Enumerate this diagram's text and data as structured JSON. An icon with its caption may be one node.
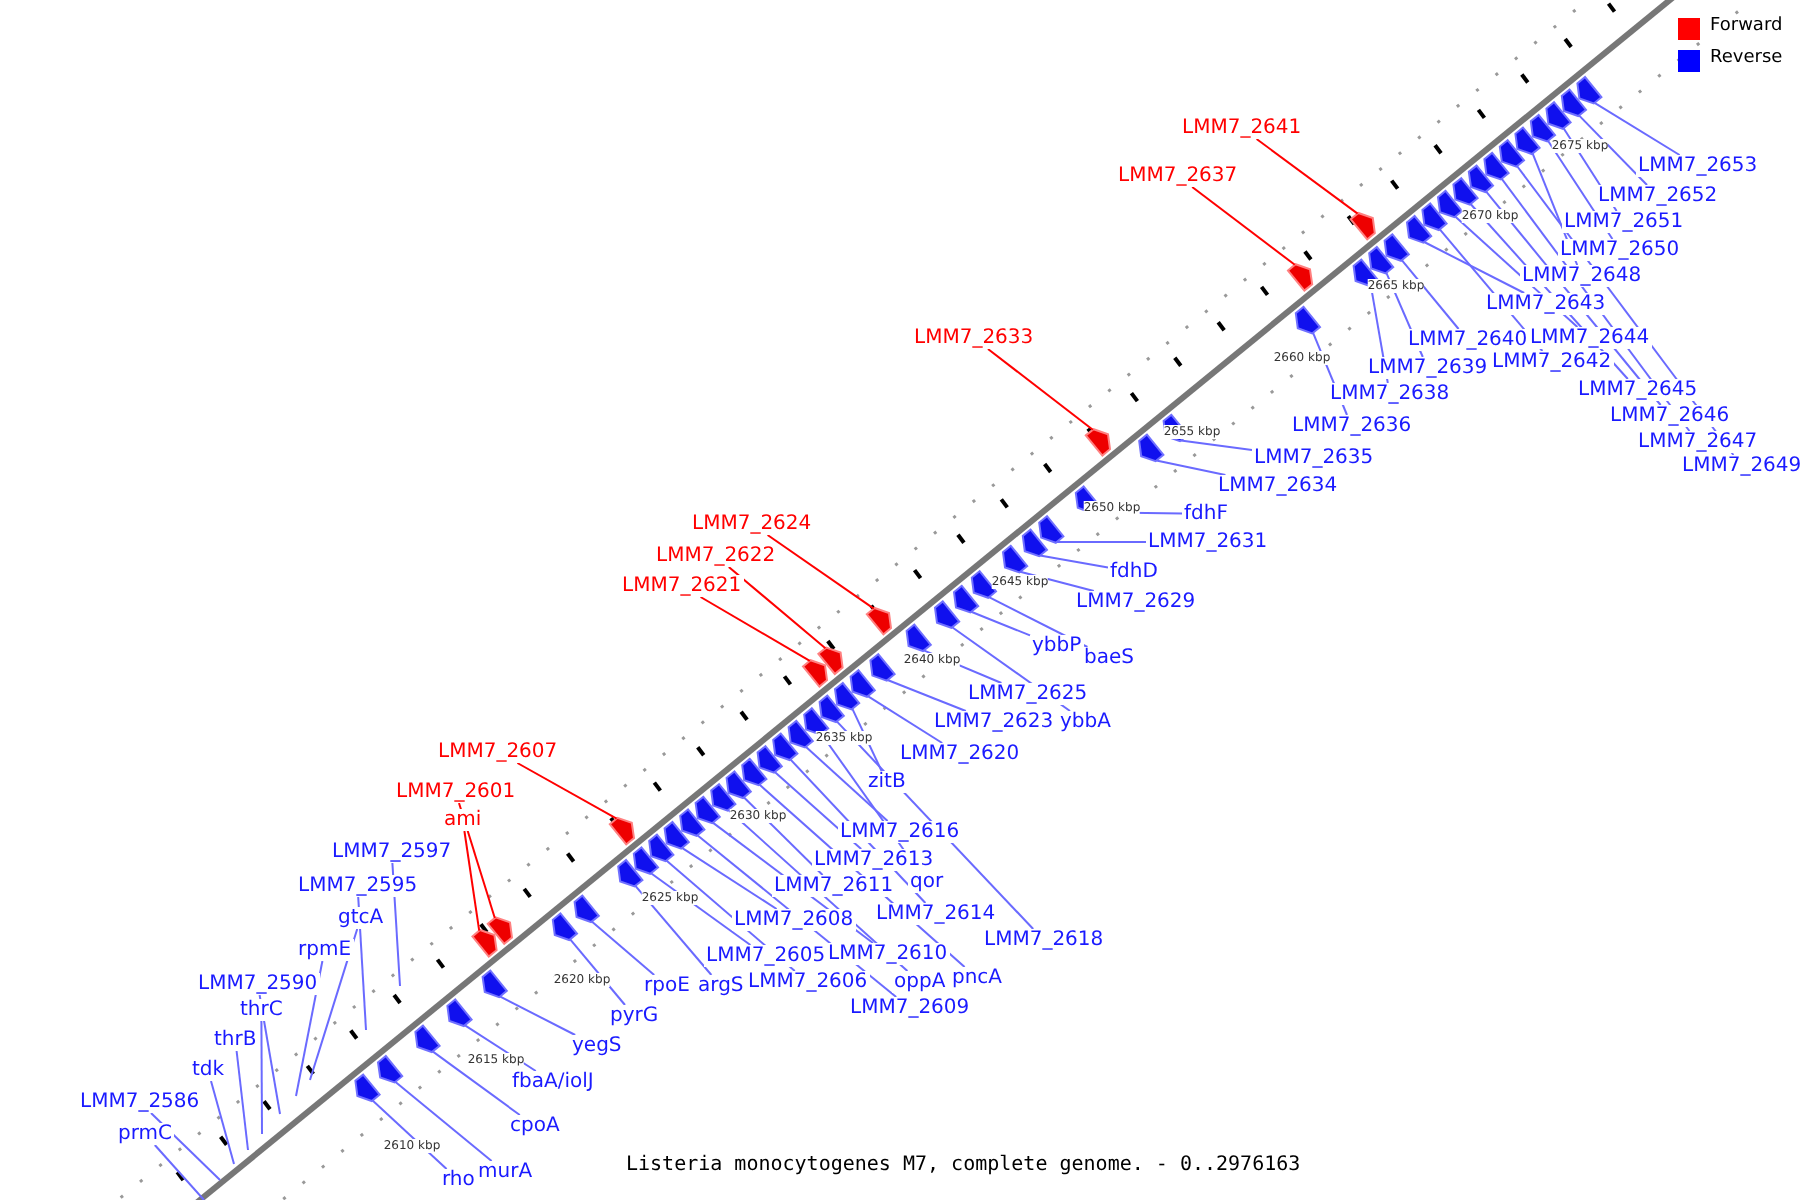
{
  "diagram": {
    "caption": "Listeria monocytogenes M7, complete genome. - 0..2976163",
    "nodes": [
      {
        "text": [
          "prmC"
        ]
      },
      {
        "text": [
          "LMM7_2586"
        ]
      },
      {
        "text": [
          "tdk"
        ]
      },
      {
        "text": [
          "thrB"
        ]
      },
      {
        "text": [
          "thrC"
        ]
      },
      {
        "text": [
          "LMM7_2590"
        ]
      },
      {
        "text": [
          "rpmE"
        ]
      },
      {
        "text": [
          "gtcA"
        ]
      },
      {
        "text": [
          "LMM7_2595"
        ]
      },
      {
        "text": [
          "LMM7_2597"
        ]
      },
      {
        "text": [
          "ami"
        ]
      },
      {
        "text": [
          "LMM7_2601"
        ]
      },
      {
        "text": [
          "LMM7_2607"
        ]
      },
      {
        "text": [
          "LMM7_2621"
        ]
      },
      {
        "text": [
          "LMM7_2622"
        ]
      },
      {
        "text": [
          "LMM7_2624"
        ]
      },
      {
        "text": [
          "LMM7_2633"
        ]
      },
      {
        "text": [
          "LMM7_2637"
        ]
      },
      {
        "text": [
          "LMM7_2641"
        ]
      },
      {
        "text": [
          "rho"
        ]
      },
      {
        "text": [
          "murA"
        ]
      },
      {
        "text": [
          "cpoA"
        ]
      },
      {
        "text": [
          "fbaA/iolJ"
        ]
      },
      {
        "text": [
          "yegS"
        ]
      },
      {
        "text": [
          "pyrG"
        ]
      },
      {
        "text": [
          "rpoE"
        ]
      },
      {
        "text": [
          "argS"
        ]
      },
      {
        "text": [
          "LMM7_2605"
        ]
      },
      {
        "text": [
          "LMM7_2606"
        ]
      },
      {
        "text": [
          "LMM7_2608"
        ]
      },
      {
        "text": [
          "LMM7_2609"
        ]
      },
      {
        "text": [
          "LMM7_2610"
        ]
      },
      {
        "text": [
          "oppA"
        ]
      },
      {
        "text": [
          "pncA"
        ]
      },
      {
        "text": [
          "LMM7_2611"
        ]
      },
      {
        "text": [
          "LMM7_2613"
        ]
      },
      {
        "text": [
          "LMM7_2614"
        ]
      },
      {
        "text": [
          "LMM7_2616"
        ]
      },
      {
        "text": [
          "qor"
        ]
      },
      {
        "text": [
          "LMM7_2618"
        ]
      },
      {
        "text": [
          "zitB"
        ]
      },
      {
        "text": [
          "LMM7_2620"
        ]
      },
      {
        "text": [
          "LMM7_2623"
        ]
      },
      {
        "text": [
          "LMM7_2625"
        ]
      },
      {
        "text": [
          "ybbA"
        ]
      },
      {
        "text": [
          "ybbP"
        ]
      },
      {
        "text": [
          "baeS"
        ]
      },
      {
        "text": [
          "LMM7_2629"
        ]
      },
      {
        "text": [
          "fdhD"
        ]
      },
      {
        "text": [
          "LMM7_2631"
        ]
      },
      {
        "text": [
          "fdhF"
        ]
      },
      {
        "text": [
          "LMM7_2634"
        ]
      },
      {
        "text": [
          "LMM7_2635"
        ]
      },
      {
        "text": [
          "LMM7_2636"
        ]
      },
      {
        "text": [
          "LMM7_2638"
        ]
      },
      {
        "text": [
          "LMM7_2639"
        ]
      },
      {
        "text": [
          "LMM7_2640"
        ]
      },
      {
        "text": [
          "LMM7_2642"
        ]
      },
      {
        "text": [
          "LMM7_2643"
        ]
      },
      {
        "text": [
          "LMM7_2644"
        ]
      },
      {
        "text": [
          "LMM7_2645"
        ]
      },
      {
        "text": [
          "LMM7_2646"
        ]
      },
      {
        "text": [
          "LMM7_2647"
        ]
      },
      {
        "text": [
          "LMM7_2648"
        ]
      },
      {
        "text": [
          "LMM7_2649"
        ]
      },
      {
        "text": [
          "LMM7_2650"
        ]
      },
      {
        "text": [
          "LMM7_2651"
        ]
      },
      {
        "text": [
          "LMM7_2652"
        ]
      },
      {
        "text": [
          "LMM7_2653"
        ]
      },
      {
        "text": [],
        "shape": "pentagon"
      },
      {
        "text": [],
        "shape": "pentagon"
      },
      {
        "text": [],
        "shape": "pentagon"
      },
      {
        "text": [],
        "shape": "pentagon"
      },
      {
        "text": [],
        "shape": "pentagon"
      },
      {
        "text": [],
        "shape": "pentagon"
      },
      {
        "text": [],
        "shape": "pentagon"
      },
      {
        "text": [],
        "shape": "pentagon"
      },
      {
        "text": [],
        "shape": "pentagon"
      },
      {
        "text": [],
        "shape": "pentagon"
      },
      {
        "text": [],
        "shape": "pentagon"
      },
      {
        "text": [],
        "shape": "pentagon"
      },
      {
        "text": [],
        "shape": "pentagon"
      },
      {
        "text": [],
        "shape": "pentagon"
      },
      {
        "text": [],
        "shape": "pentagon"
      },
      {
        "text": [],
        "shape": "pentagon"
      },
      {
        "text": [],
        "shape": "pentagon"
      },
      {
        "text": [],
        "shape": "pentagon"
      },
      {
        "text": [],
        "shape": "pentagon"
      },
      {
        "text": [],
        "shape": "pentagon"
      },
      {
        "text": [],
        "shape": "pentagon"
      },
      {
        "text": [],
        "shape": "pentagon"
      },
      {
        "text": [],
        "shape": "pentagon"
      },
      {
        "text": [],
        "shape": "pentagon"
      },
      {
        "text": [],
        "shape": "pentagon"
      },
      {
        "text": [],
        "shape": "pentagon"
      },
      {
        "text": [],
        "shape": "pentagon"
      },
      {
        "text": [],
        "shape": "pentagon"
      },
      {
        "text": [],
        "shape": "pentagon"
      },
      {
        "text": [],
        "shape": "pentagon"
      },
      {
        "text": [],
        "shape": "pentagon"
      },
      {
        "text": [],
        "shape": "pentagon"
      },
      {
        "text": [],
        "shape": "pentagon"
      },
      {
        "text": [],
        "shape": "pentagon"
      },
      {
        "text": [],
        "shape": "pentagon"
      },
      {
        "text": [],
        "shape": "pentagon"
      },
      {
        "text": [],
        "shape": "pentagon"
      },
      {
        "text": [],
        "shape": "pentagon"
      },
      {
        "text": [],
        "shape": "pentagon"
      },
      {
        "text": [],
        "shape": "pentagon"
      },
      {
        "text": [],
        "shape": "pentagon"
      },
      {
        "text": [],
        "shape": "pentagon"
      },
      {
        "text": [],
        "shape": "pentagon"
      },
      {
        "text": [],
        "shape": "pentagon"
      },
      {
        "text": [],
        "shape": "pentagon"
      },
      {
        "text": [],
        "shape": "pentagon"
      },
      {
        "text": [],
        "shape": "pentagon"
      },
      {
        "text": [],
        "shape": "pentagon"
      },
      {
        "text": [],
        "shape": "pentagon"
      },
      {
        "text": [],
        "shape": "pentagon"
      },
      {
        "text": [],
        "shape": "pentagon"
      },
      {
        "text": [],
        "shape": "pentagon"
      },
      {
        "text": [],
        "shape": "pentagon"
      },
      {
        "text": [],
        "shape": "pentagon"
      },
      {
        "text": [],
        "shape": "pentagon"
      },
      {
        "text": [],
        "shape": "pentagon"
      },
      {
        "text": [],
        "shape": "pentagon"
      },
      {
        "text": [],
        "shape": "pentagon"
      },
      {
        "text": [],
        "shape": "pentagon"
      }
    ],
    "edges": [
      {
        "from": 0,
        "to": null,
        "arrow": "none"
      },
      {
        "from": 1,
        "to": null,
        "arrow": "none"
      },
      {
        "from": 2,
        "to": null,
        "arrow": "none"
      },
      {
        "from": 3,
        "to": null,
        "arrow": "none"
      },
      {
        "from": 4,
        "to": null,
        "arrow": "none"
      },
      {
        "from": 5,
        "to": null,
        "arrow": "none"
      },
      {
        "from": 6,
        "to": null,
        "arrow": "none"
      },
      {
        "from": 7,
        "to": null,
        "arrow": "none"
      },
      {
        "from": 8,
        "to": null,
        "arrow": "none"
      },
      {
        "from": 9,
        "to": null,
        "arrow": "none"
      },
      {
        "from": 10,
        "to": 72,
        "arrow": "none",
        "color": "#ff0000"
      },
      {
        "from": 11,
        "to": 74,
        "arrow": "none",
        "color": "#ff0000"
      },
      {
        "from": 12,
        "to": 78,
        "arrow": "none",
        "color": "#ff0000"
      },
      {
        "from": 13,
        "to": 91,
        "arrow": "none",
        "color": "#ff0000"
      },
      {
        "from": 14,
        "to": 92,
        "arrow": "none",
        "color": "#ff0000"
      },
      {
        "from": 15,
        "to": 97,
        "arrow": "none",
        "color": "#ff0000"
      },
      {
        "from": 16,
        "to": 106,
        "arrow": "none",
        "color": "#ff0000"
      },
      {
        "from": 17,
        "to": 110,
        "arrow": "none",
        "color": "#ff0000"
      },
      {
        "from": 18,
        "to": 112,
        "arrow": "none",
        "color": "#ff0000"
      },
      {
        "from": 19,
        "to": 69,
        "arrow": "none"
      },
      {
        "from": 20,
        "to": 70,
        "arrow": "none"
      },
      {
        "from": 21,
        "to": 71,
        "arrow": "none"
      },
      {
        "from": 22,
        "to": 73,
        "arrow": "none"
      },
      {
        "from": 23,
        "to": 75,
        "arrow": "none"
      },
      {
        "from": 24,
        "to": 76,
        "arrow": "none"
      },
      {
        "from": 25,
        "to": 77,
        "arrow": "none"
      },
      {
        "from": 26,
        "to": 79,
        "arrow": "none"
      },
      {
        "from": 27,
        "to": 80,
        "arrow": "none"
      },
      {
        "from": 28,
        "to": 81,
        "arrow": "none"
      },
      {
        "from": 29,
        "to": 82,
        "arrow": "none"
      },
      {
        "from": 30,
        "to": 83,
        "arrow": "none"
      },
      {
        "from": 31,
        "to": 84,
        "arrow": "none"
      },
      {
        "from": 32,
        "to": 86,
        "arrow": "none"
      },
      {
        "from": 33,
        "to": 87,
        "arrow": "none"
      },
      {
        "from": 34,
        "to": 85,
        "arrow": "none"
      },
      {
        "from": 35,
        "to": 88,
        "arrow": "none"
      },
      {
        "from": 36,
        "to": 89,
        "arrow": "none"
      },
      {
        "from": 37,
        "to": 90,
        "arrow": "none"
      },
      {
        "from": 38,
        "to": 93,
        "arrow": "none"
      },
      {
        "from": 39,
        "to": 95,
        "arrow": "none"
      },
      {
        "from": 40,
        "to": 94,
        "arrow": "none"
      },
      {
        "from": 41,
        "to": 96,
        "arrow": "none"
      },
      {
        "from": 42,
        "to": 98,
        "arrow": "none"
      },
      {
        "from": 43,
        "to": 99,
        "arrow": "none"
      },
      {
        "from": 44,
        "to": 100,
        "arrow": "none"
      },
      {
        "from": 45,
        "to": 101,
        "arrow": "none"
      },
      {
        "from": 46,
        "to": 102,
        "arrow": "none"
      },
      {
        "from": 47,
        "to": 103,
        "arrow": "none"
      },
      {
        "from": 48,
        "to": 104,
        "arrow": "none"
      },
      {
        "from": 49,
        "to": 105,
        "arrow": "none"
      },
      {
        "from": 50,
        "to": 107,
        "arrow": "none"
      },
      {
        "from": 51,
        "to": 108,
        "arrow": "none"
      },
      {
        "from": 52,
        "to": 109,
        "arrow": "none"
      },
      {
        "from": 53,
        "to": 111,
        "arrow": "none"
      },
      {
        "from": 54,
        "to": 113,
        "arrow": "none"
      },
      {
        "from": 55,
        "to": 114,
        "arrow": "none"
      },
      {
        "from": 56,
        "to": 115,
        "arrow": "none"
      },
      {
        "from": 57,
        "to": 117,
        "arrow": "none"
      },
      {
        "from": 58,
        "to": 116,
        "arrow": "none"
      },
      {
        "from": 59,
        "to": 118,
        "arrow": "none"
      },
      {
        "from": 60,
        "to": 119,
        "arrow": "none"
      },
      {
        "from": 61,
        "to": 120,
        "arrow": "none"
      },
      {
        "from": 62,
        "to": 121,
        "arrow": "none"
      },
      {
        "from": 63,
        "to": 123,
        "arrow": "none"
      },
      {
        "from": 64,
        "to": 122,
        "arrow": "none"
      },
      {
        "from": 65,
        "to": 124,
        "arrow": "none"
      },
      {
        "from": 66,
        "to": 125,
        "arrow": "none"
      },
      {
        "from": 67,
        "to": 126,
        "arrow": "none"
      },
      {
        "from": 68,
        "to": 127,
        "arrow": "none"
      }
    ],
    "labels": [
      "2675 kbp",
      "2670 kbp",
      "2665 kbp",
      "2660 kbp",
      "2655 kbp",
      "2650 kbp",
      "2645 kbp",
      "2640 kbp",
      "2635 kbp",
      "2630 kbp",
      "2625 kbp",
      "2620 kbp",
      "2615 kbp",
      "2610 kbp"
    ],
    "legend": [
      {
        "text": "Forward",
        "color": "#ff0000"
      },
      {
        "text": "Reverse",
        "color": "#0000ff"
      }
    ]
  }
}
